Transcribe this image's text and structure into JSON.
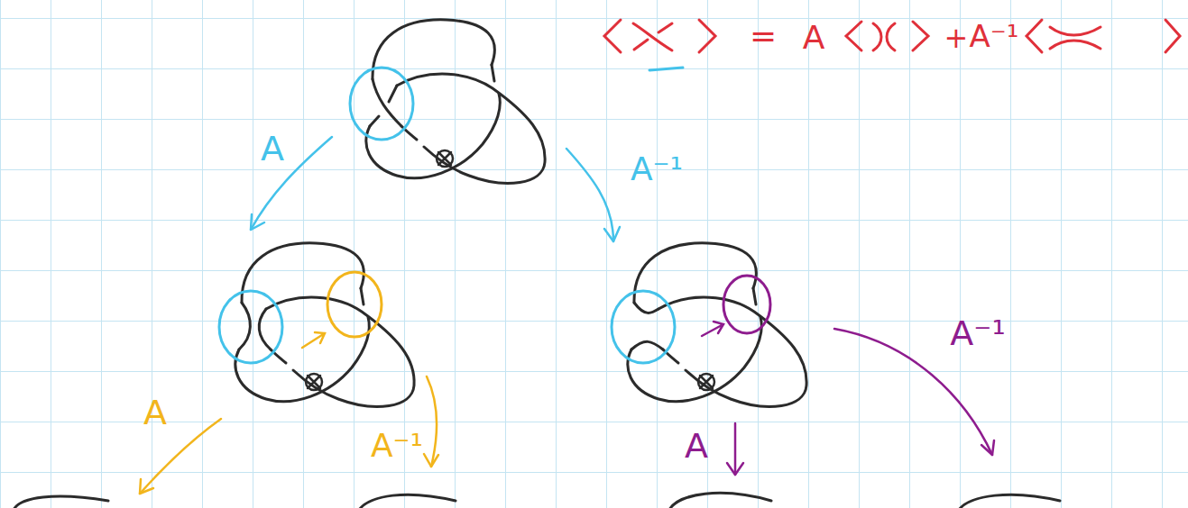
{
  "diagram": {
    "labels": [
      "=",
      "A",
      "+",
      "A⁻¹",
      "A",
      "A⁻¹",
      "A",
      "A⁻¹",
      "A",
      "A⁻¹"
    ]
  }
}
